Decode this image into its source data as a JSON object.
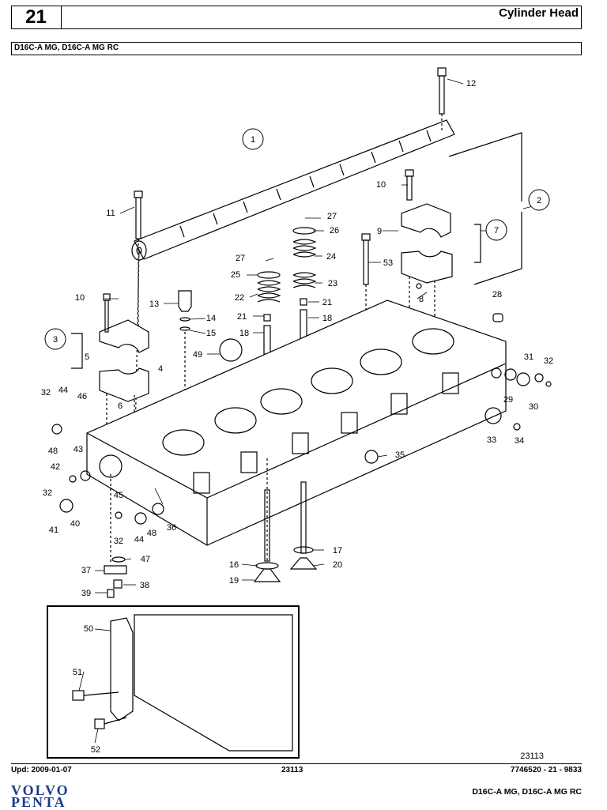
{
  "header": {
    "group_number": "21",
    "title": "Cylinder Head",
    "models": "D16C-A MG, D16C-A MG RC"
  },
  "drawing": {
    "callouts": [
      "1",
      "2",
      "3",
      "4",
      "5",
      "6",
      "7",
      "8",
      "9",
      "10",
      "10",
      "11",
      "12",
      "13",
      "14",
      "15",
      "16",
      "17",
      "18",
      "18",
      "19",
      "20",
      "21",
      "21",
      "22",
      "23",
      "24",
      "25",
      "26",
      "27",
      "27",
      "28",
      "29",
      "30",
      "31",
      "32",
      "32",
      "32",
      "32",
      "33",
      "34",
      "35",
      "36",
      "37",
      "38",
      "39",
      "40",
      "41",
      "42",
      "43",
      "44",
      "44",
      "45",
      "46",
      "47",
      "48",
      "48",
      "49",
      "50",
      "51",
      "52",
      "53"
    ],
    "reference_number": "23113"
  },
  "footer": {
    "updated": "Upd: 2009-01-07",
    "illustration_number": "23113",
    "document_number": "7746520 - 21 - 9833",
    "models": "D16C-A MG, D16C-A MG RC",
    "logo_line1": "VOLVO",
    "logo_line2": "PENTA"
  }
}
